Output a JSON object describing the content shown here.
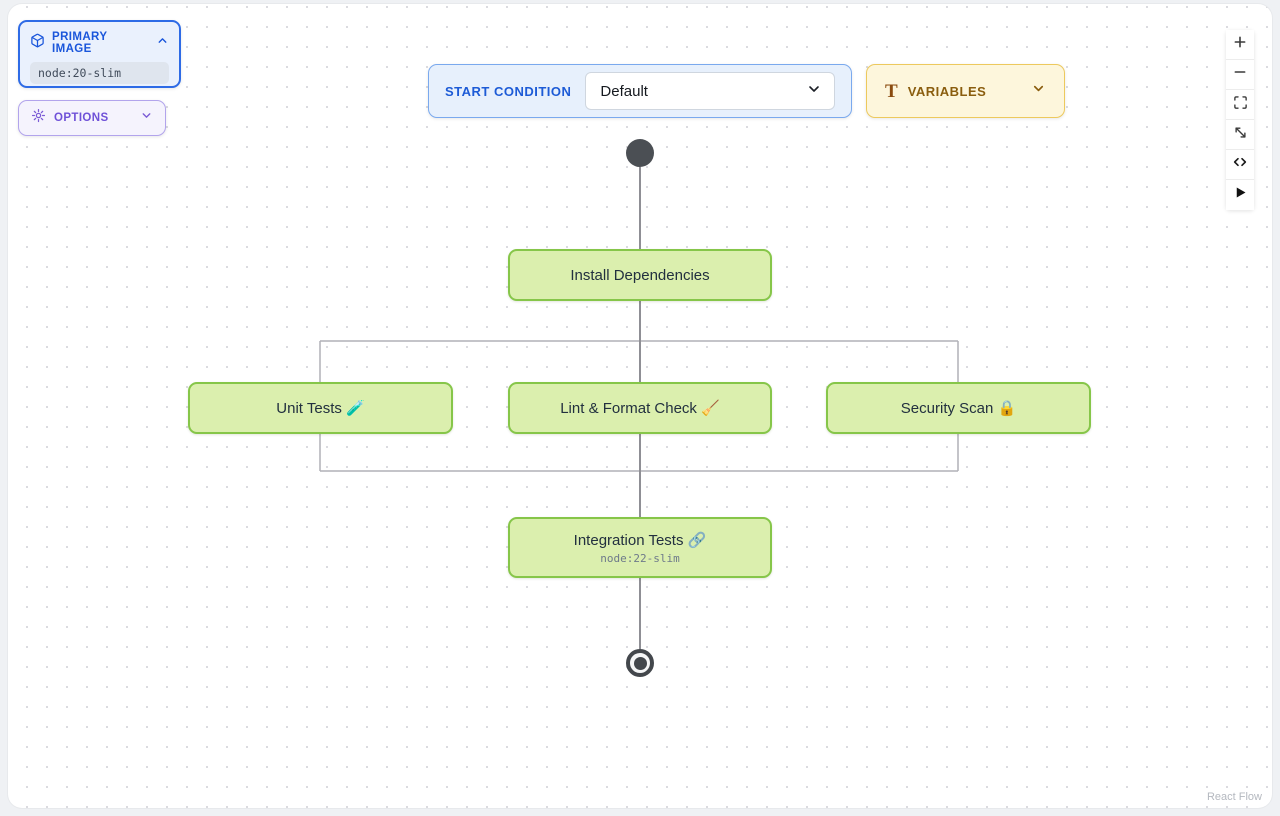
{
  "panels": {
    "primary_image": {
      "label": "PRIMARY IMAGE",
      "value": "node:20-slim",
      "state": "expanded"
    },
    "options": {
      "label": "OPTIONS",
      "state": "collapsed"
    },
    "start_condition": {
      "label": "START CONDITION",
      "selected_value": "Default"
    },
    "variables": {
      "label": "VARIABLES",
      "icon_glyph": "T",
      "state": "collapsed"
    }
  },
  "controls": [
    {
      "name": "zoom-in"
    },
    {
      "name": "zoom-out"
    },
    {
      "name": "fit-view"
    },
    {
      "name": "expand"
    },
    {
      "name": "code-view"
    },
    {
      "name": "run"
    }
  ],
  "flow": {
    "start_node": "start",
    "end_node": "end",
    "nodes": [
      {
        "id": "install",
        "title": "Install Dependencies"
      },
      {
        "id": "unit",
        "title": "Unit Tests 🧪"
      },
      {
        "id": "lint",
        "title": "Lint & Format Check 🧹"
      },
      {
        "id": "security",
        "title": "Security Scan 🔒"
      },
      {
        "id": "integration",
        "title": "Integration Tests 🔗",
        "subtitle": "node:22-slim"
      }
    ],
    "edges": [
      "start->install",
      "install->unit",
      "install->lint",
      "install->security",
      "unit->integration",
      "lint->integration",
      "security->integration",
      "integration->end"
    ]
  },
  "attribution": "React Flow",
  "colors": {
    "node_fill": "#dbefae",
    "node_border": "#86c649",
    "accent_blue": "#1a56db",
    "accent_purple": "#6f51d8",
    "accent_amber": "#8a5d0e",
    "edge_gray": "#b1b1b7"
  }
}
